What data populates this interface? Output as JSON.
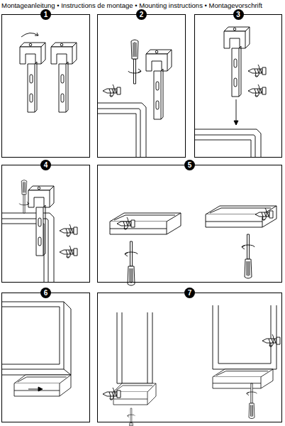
{
  "diagram": {
    "title": "Montageanleitung • Instructions de montage • Mounting instructions • Montagevorschrift",
    "nodes": [
      {
        "text": [
          "1"
        ]
      },
      {
        "text": [
          "2"
        ]
      },
      {
        "text": [
          "3"
        ]
      },
      {
        "text": [
          "4"
        ]
      },
      {
        "text": [
          "5"
        ]
      },
      {
        "text": [
          "6"
        ]
      },
      {
        "text": [
          "7"
        ]
      }
    ]
  }
}
